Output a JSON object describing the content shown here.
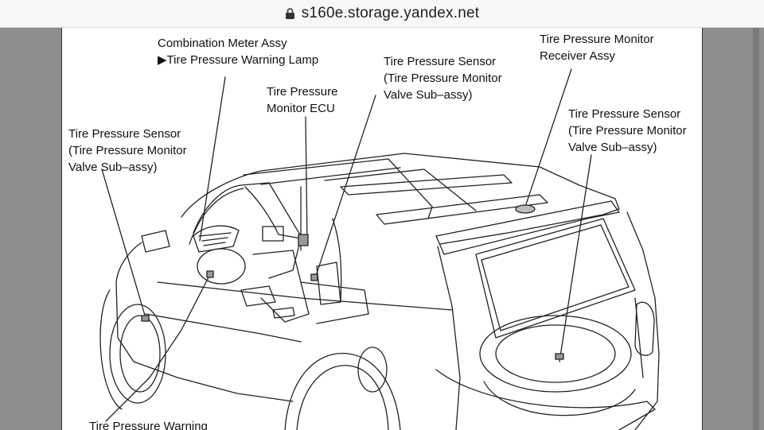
{
  "browser": {
    "url": "s160e.storage.yandex.net"
  },
  "diagram": {
    "labels": {
      "combination_meter_line1": "Combination Meter Assy",
      "combination_meter_line2": "▶Tire Pressure Warning Lamp",
      "monitor_ecu_line1": "Tire Pressure",
      "monitor_ecu_line2": "Monitor ECU",
      "sensor_left_line1": "Tire Pressure Sensor",
      "sensor_left_line2": "(Tire Pressure Monitor",
      "sensor_left_line3": "Valve Sub–assy)",
      "sensor_center_line1": "Tire Pressure Sensor",
      "sensor_center_line2": "(Tire Pressure Monitor",
      "sensor_center_line3": "Valve Sub–assy)",
      "receiver_line1": "Tire  Pressure  Monitor",
      "receiver_line2": "Receiver Assy",
      "sensor_right_line1": "Tire Pressure Sensor",
      "sensor_right_line2": "(Tire Pressure Monitor",
      "sensor_right_line3": "Valve Sub–assy)",
      "warning_bottom": "Tire Pressure Warning"
    }
  }
}
